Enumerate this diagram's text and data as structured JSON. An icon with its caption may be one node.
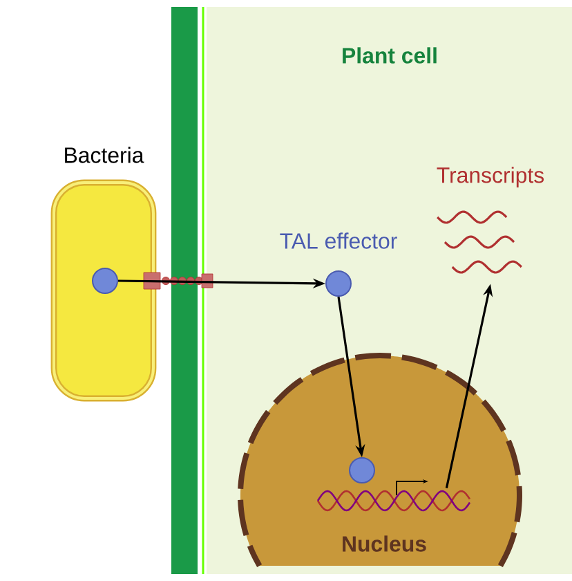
{
  "diagram": {
    "nodes": [
      {
        "text": [
          "Plant cell"
        ]
      },
      {
        "text": [
          "Bacteria"
        ]
      },
      {
        "text": [],
        "shape": "circle",
        "in": 1
      },
      {
        "text": [
          "TAL effector"
        ],
        "in": 0
      },
      {
        "text": [
          "Nucleus"
        ],
        "in": 0
      },
      {
        "text": [],
        "shape": "circle",
        "in": 4
      },
      {
        "text": [],
        "shape": "picture",
        "in": 4
      },
      {
        "text": [
          "Transcripts"
        ],
        "in": 0
      }
    ],
    "edges": [
      {
        "from": 2,
        "to": 3,
        "arrow": "to"
      },
      {
        "from": 3,
        "to": 5,
        "arrow": "to"
      },
      {
        "from": 6,
        "to": 7,
        "arrow": "to"
      }
    ]
  }
}
